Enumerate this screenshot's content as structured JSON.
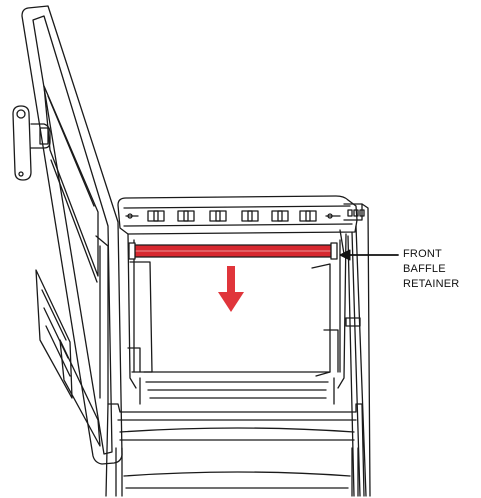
{
  "callout": {
    "lines": [
      "FRONT",
      "BAFFLE",
      "RETAINER"
    ]
  },
  "colors": {
    "highlight": "#d7282f",
    "arrow": "#e0353b",
    "line": "#1a1a1a",
    "fill": "#ffffff"
  },
  "icons": {
    "down_arrow": "arrow-down-icon",
    "pointer_arrow": "arrow-left-icon"
  }
}
